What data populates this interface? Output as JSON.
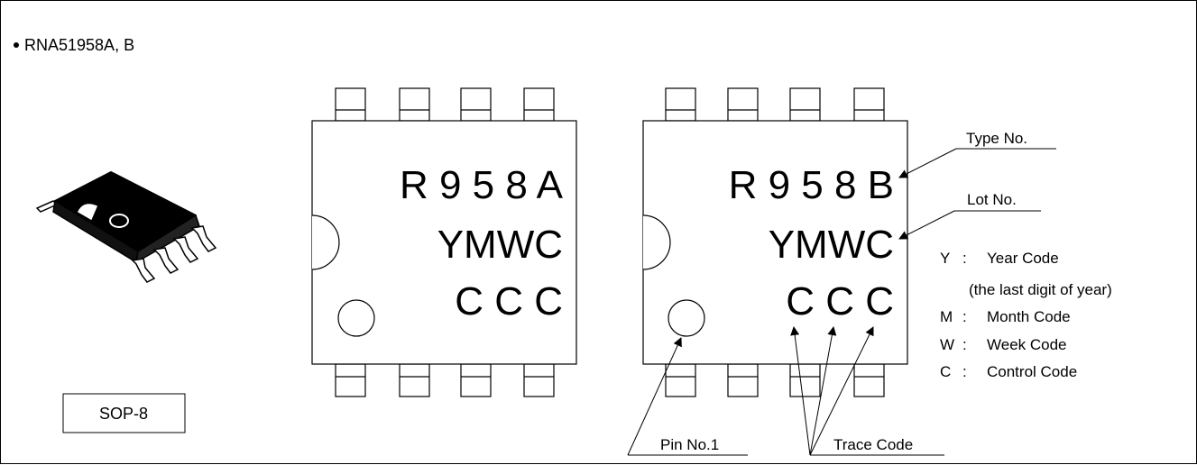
{
  "title": "RNA51958A, B",
  "package_label": "SOP-8",
  "chip_a": {
    "line1": "R 9 5 8 A",
    "line2": "YMWC",
    "line3": "C C C"
  },
  "chip_b": {
    "line1": "R 9 5 8 B",
    "line2": "YMWC",
    "line3": "C C C"
  },
  "callouts": {
    "type_no": "Type No.",
    "lot_no": "Lot No.",
    "pin_no1": "Pin No.1",
    "trace_code": "Trace Code"
  },
  "legend": [
    {
      "key": "Y",
      "sep": ":",
      "text": "Year Code"
    },
    {
      "key": "",
      "sep": "",
      "text": "(the last digit of year)"
    },
    {
      "key": "M",
      "sep": ":",
      "text": "Month Code"
    },
    {
      "key": "W",
      "sep": ":",
      "text": "Week Code"
    },
    {
      "key": "C",
      "sep": ":",
      "text": "Control Code"
    }
  ]
}
